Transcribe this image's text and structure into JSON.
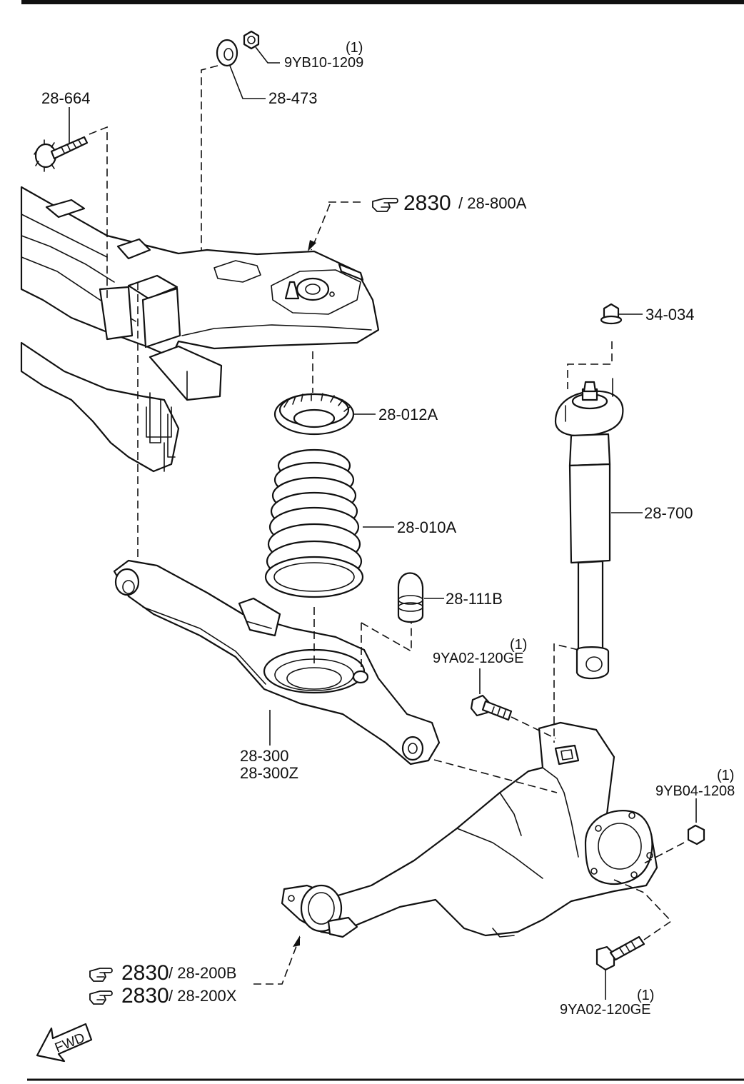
{
  "callouts": {
    "nut_top_qty": "(1)",
    "nut_top": "9YB10-1209",
    "washer_top": "28-473",
    "adj_bolt": "28-664",
    "crossmember_ref_num": "2830",
    "crossmember_ref_part": "/ 28-800A",
    "shock_nut": "34-034",
    "spring_seat": "28-012A",
    "spring": "28-010A",
    "shock_absorber": "28-700",
    "bump_stop": "28-111B",
    "bolt_mid_qty": "(1)",
    "bolt_mid": "9YA02-120GE",
    "lower_arm_a": "28-300",
    "lower_arm_b": "28-300Z",
    "nut_right_qty": "(1)",
    "nut_right": "9YB04-1208",
    "trailing_ref1_num": "2830",
    "trailing_ref1_part": "/ 28-200B",
    "trailing_ref2_num": "2830",
    "trailing_ref2_part": "/ 28-200X",
    "bolt_bottom_qty": "(1)",
    "bolt_bottom": "9YA02-120GE"
  },
  "fwd_marker": "FWD",
  "icons": {
    "reference": "pointing-hand-icon",
    "direction": "forward-arrow-icon"
  }
}
